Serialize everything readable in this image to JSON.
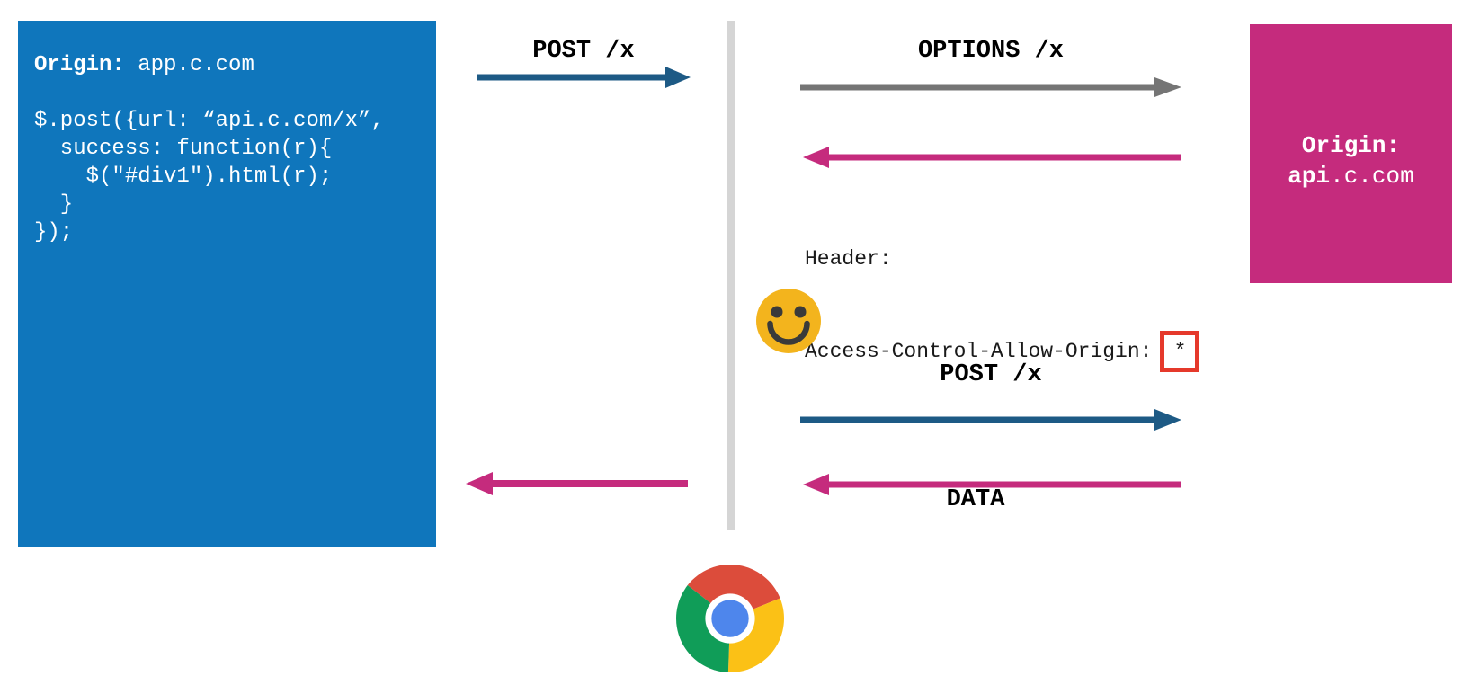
{
  "colors": {
    "client_bg": "#0F76BC",
    "server_bg": "#C52B7D",
    "blue_arrow": "#1D5A85",
    "pink_arrow": "#C52B7D",
    "gray_arrow": "#757575",
    "divider": "#D5D5D5",
    "highlight_box_border": "#E5392B",
    "smiley_yellow": "#F3B41D",
    "chrome_red": "#DC4C3B",
    "chrome_green": "#109D58",
    "chrome_yellow": "#FBC116",
    "chrome_blue": "#4E86EC"
  },
  "client_box": {
    "origin_label": "Origin: ",
    "origin_value": "app.c.com",
    "code_lines": [
      "$.post({url: “api.c.com/x”,",
      "  success: function(r){",
      "    $(\"#div1\").html(r);",
      "  }",
      "});"
    ]
  },
  "server_box": {
    "origin_label": "Origin:",
    "origin_host_bold": "api",
    "origin_host_rest": ".c.com"
  },
  "left_lane": {
    "post_label": "POST /x"
  },
  "right_lane": {
    "options_label": "OPTIONS /x",
    "header_line1": "Header:",
    "header_line2": "Access-Control-Allow-Origin:",
    "header_value": "*",
    "post_label": "POST /x",
    "data_label": "DATA"
  },
  "icons": {
    "smiley": "smiley-face-icon",
    "browser": "chrome-logo-icon"
  }
}
